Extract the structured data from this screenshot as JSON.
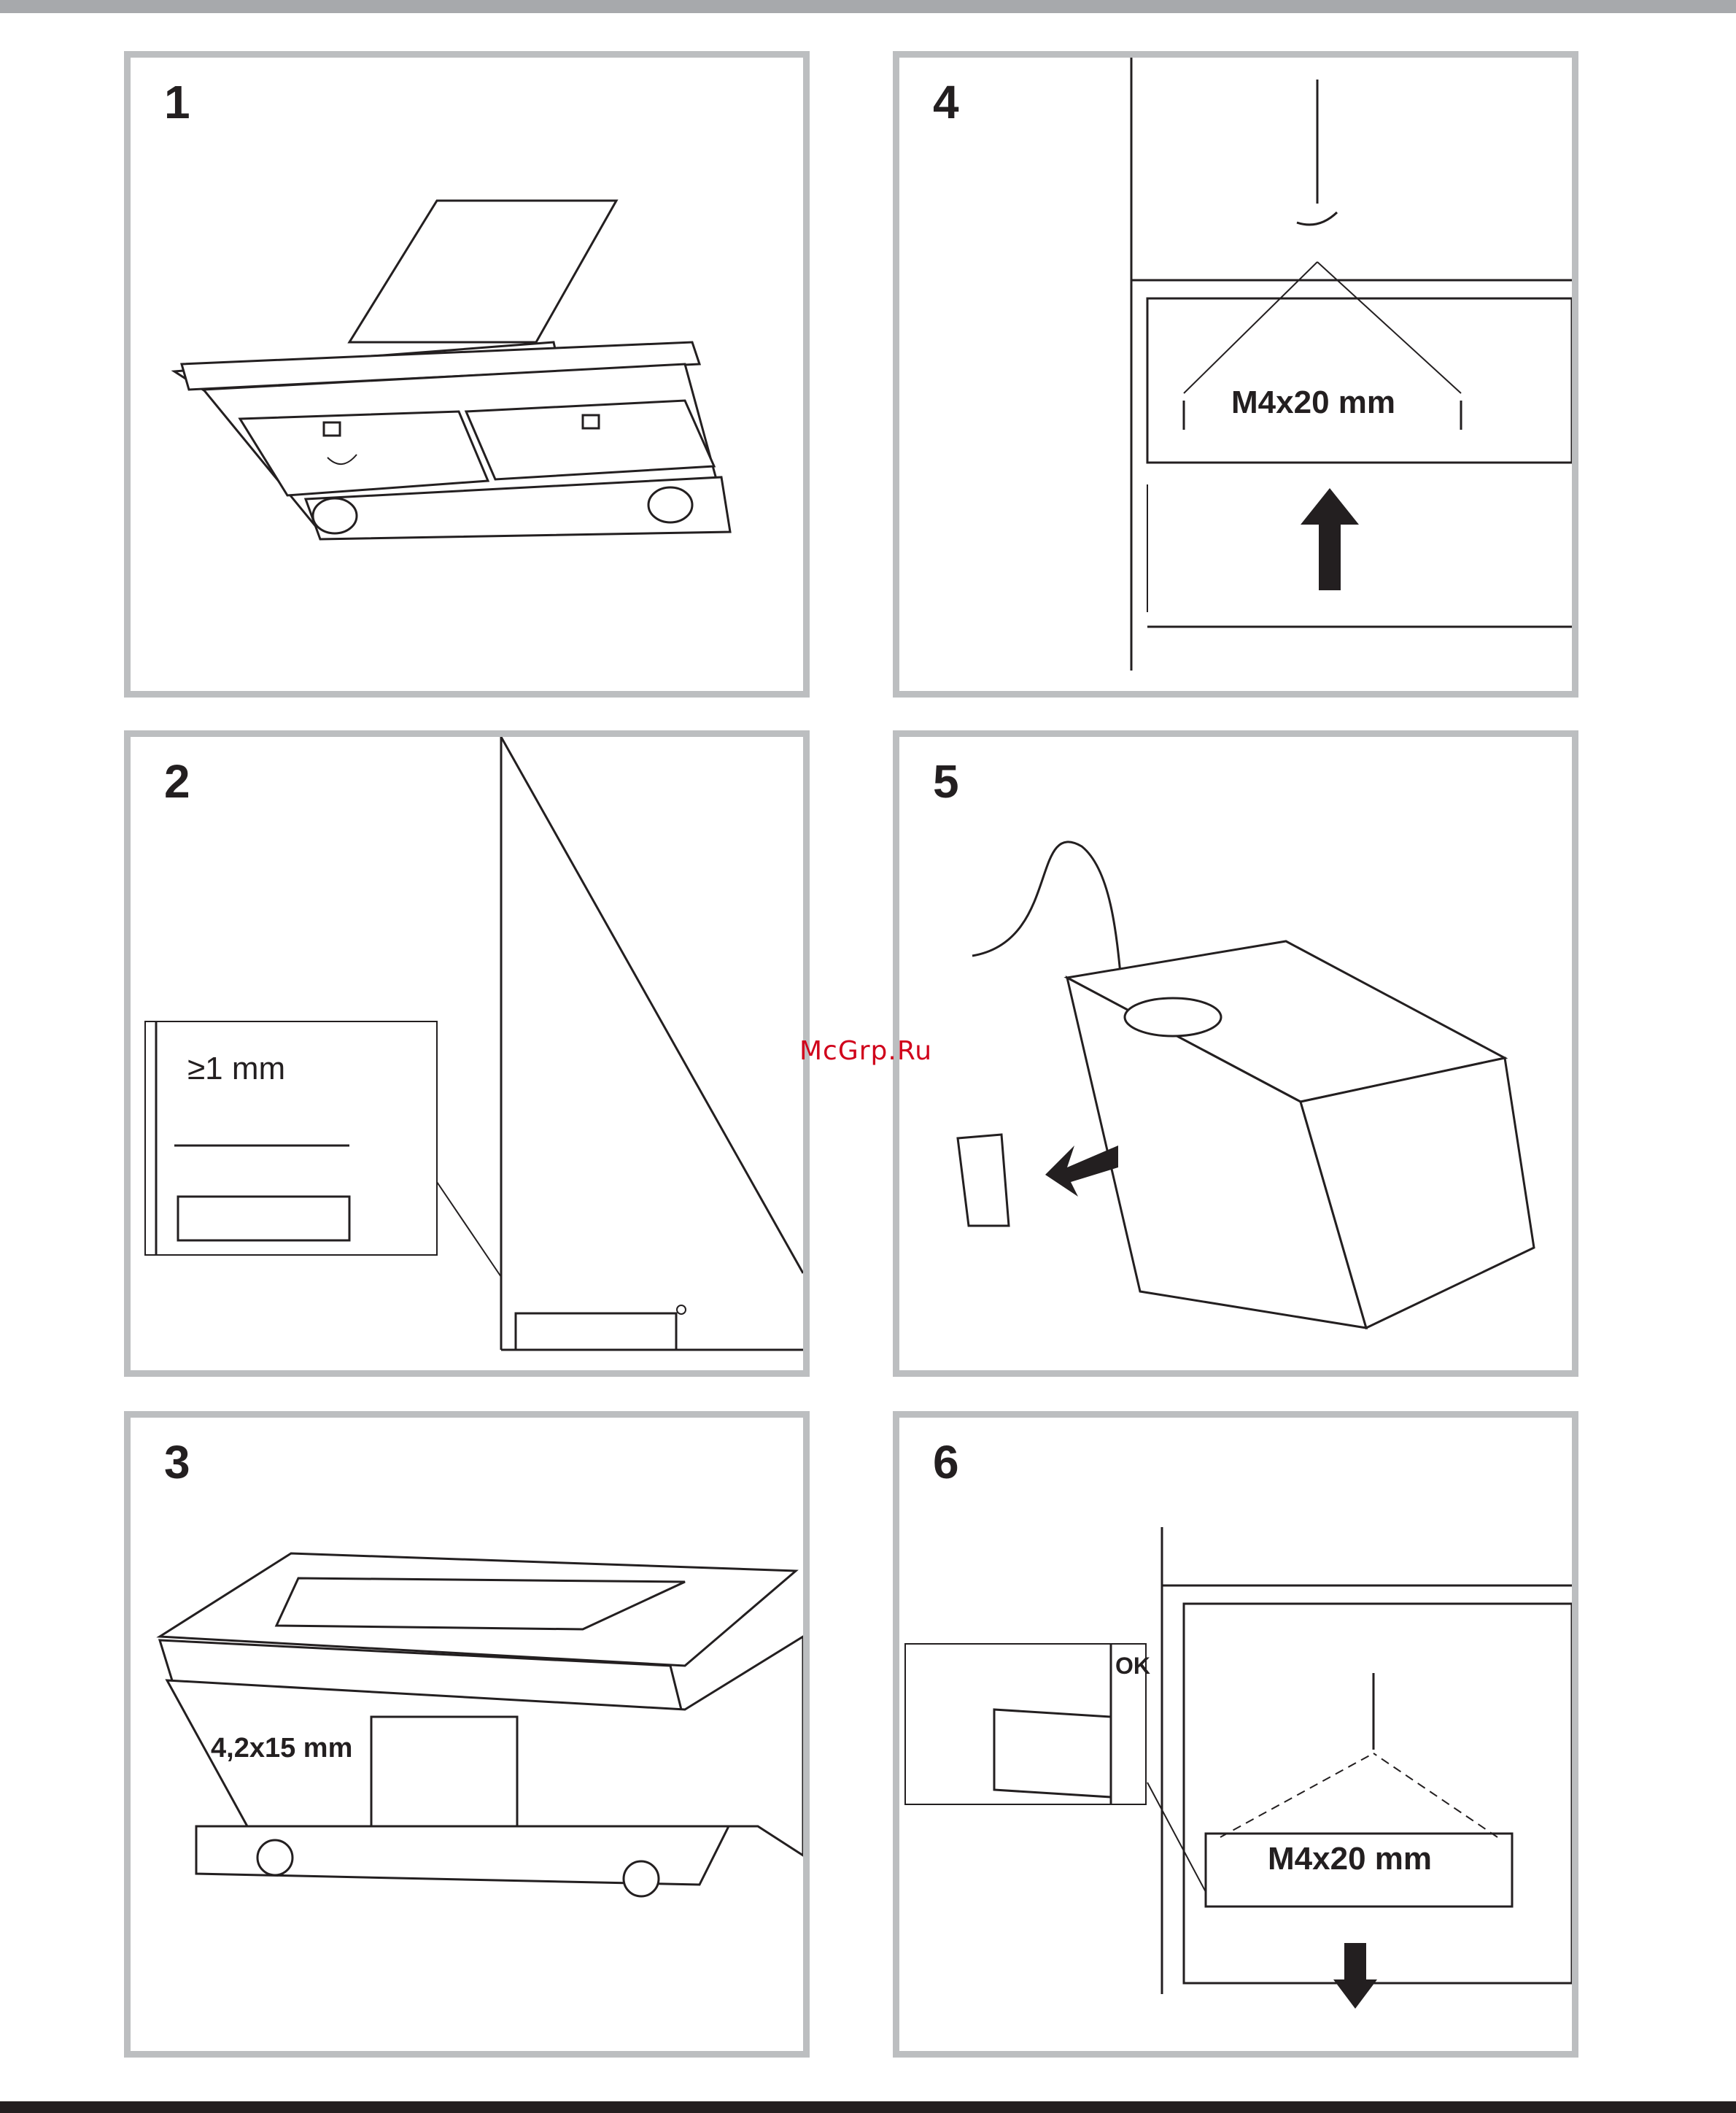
{
  "panels": [
    {
      "step": "1"
    },
    {
      "step": "2",
      "label": "≥1 mm"
    },
    {
      "step": "3",
      "label": "4,2x15 mm"
    },
    {
      "step": "4",
      "label": "M4x20 mm"
    },
    {
      "step": "5"
    },
    {
      "step": "6",
      "label": "M4x20 mm",
      "detail_label": "OK"
    }
  ],
  "watermark": "McGrp.Ru",
  "colors": {
    "panel_border": "#bcbec0",
    "top_bar": "#a7a9ac",
    "bottom_bar": "#231f20",
    "line": "#231f20",
    "watermark": "#d0021b"
  }
}
